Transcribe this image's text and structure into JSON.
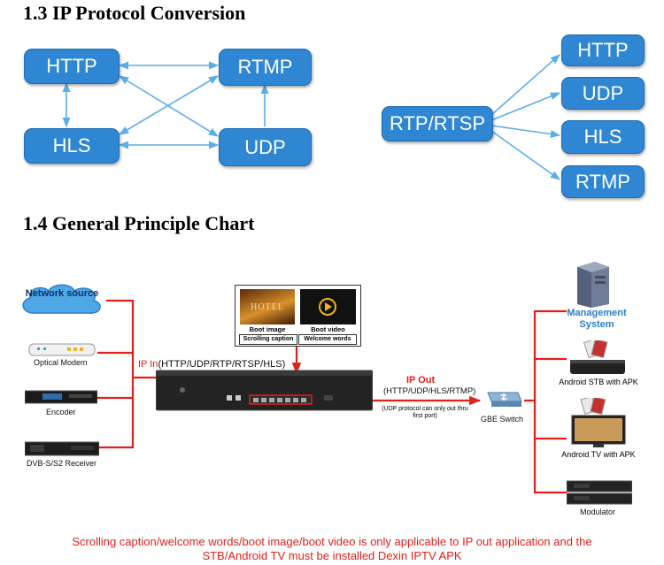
{
  "section_13": {
    "title": "1.3 IP Protocol Conversion",
    "left_boxes": {
      "http": "HTTP",
      "rtmp": "RTMP",
      "hls": "HLS",
      "udp": "UDP"
    },
    "right_source": "RTP/RTSP",
    "right_targets": [
      "HTTP",
      "UDP",
      "HLS",
      "RTMP"
    ]
  },
  "section_14": {
    "title": "1.4 General Principle Chart",
    "inputs": {
      "network_source": "Network source",
      "optical_modem": "Optical Modem",
      "encoder": "Encoder",
      "receiver": "DVB-S/S2 Receiver"
    },
    "ip_in_label": "IP In",
    "ip_in_protocols": "(HTTP/UDP/RTP/RTSP/HLS)",
    "boot_panel": {
      "hotel_text": "HOTEL",
      "boot_image": "Boot image",
      "boot_video": "Boot video",
      "scrolling_caption": "Scrolling caption",
      "welcome_words": "Welcome words"
    },
    "ip_out_label": "IP Out",
    "ip_out_protocols": "(HTTP/UDP/HLS/RTMP)",
    "ip_out_note": "(UDP protocol can only out thru first port)",
    "switch_label": "GBE Switch",
    "outputs": {
      "management": "Management System",
      "android_stb": "Android STB with APK",
      "android_tv": "Android TV with APK",
      "modulator": "Modulator"
    },
    "footnote_line1": "Scrolling caption/welcome words/boot image/boot video is only applicable to IP out application and the",
    "footnote_line2": "STB/Android TV must be installed Dexin IPTV APK"
  },
  "colors": {
    "box_blue": "#2f86d2",
    "arrow_blue": "#5aaee6",
    "line_red": "#e0201b"
  }
}
